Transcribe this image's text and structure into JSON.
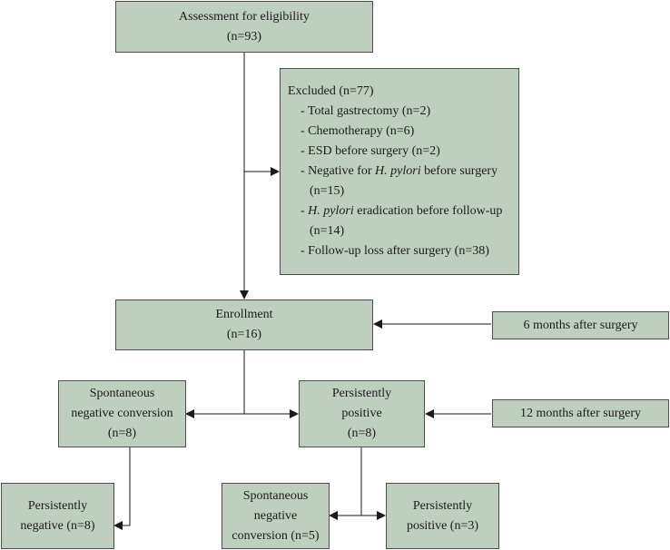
{
  "boxes": {
    "assessment": {
      "line1": "Assessment for eligibility",
      "line2": "(n=93)"
    },
    "excluded": {
      "title": "Excluded (n=77)",
      "items": [
        {
          "pre": "- Total gastrectomy (n=2)",
          "em": "",
          "post": "",
          "cont": ""
        },
        {
          "pre": "- Chemotherapy (n=6)",
          "em": "",
          "post": "",
          "cont": ""
        },
        {
          "pre": "- ESD before surgery (n=2)",
          "em": "",
          "post": "",
          "cont": ""
        },
        {
          "pre": "- Negative for ",
          "em": "H. pylori",
          "post": " before surgery",
          "cont": "(n=15)"
        },
        {
          "pre": "- ",
          "em": "H. pylori",
          "post": " eradication before follow-up",
          "cont": "(n=14)"
        },
        {
          "pre": "- Follow-up loss after surgery (n=38)",
          "em": "",
          "post": "",
          "cont": ""
        }
      ]
    },
    "enrollment": {
      "line1": "Enrollment",
      "line2": "(n=16)"
    },
    "six_months": {
      "line1": "6 months after surgery"
    },
    "twelve_months": {
      "line1": "12 months after surgery"
    },
    "spont_neg_1": {
      "line1": "Spontaneous",
      "line2": "negative conversion",
      "line3": "(n=8)"
    },
    "persist_pos_1": {
      "line1": "Persistently",
      "line2": "positive",
      "line3": "(n=8)"
    },
    "persist_neg": {
      "line1": "Persistently",
      "line2": "negative (n=8)"
    },
    "spont_neg_2": {
      "line1": "Spontaneous",
      "line2": "negative",
      "line3": "conversion (n=5)"
    },
    "persist_pos_2": {
      "line1": "Persistently",
      "line2": "positive (n=3)"
    }
  },
  "colors": {
    "box_fill": "#bfcfbf",
    "box_border": "#4d4d4d",
    "line": "#1a1a1a"
  }
}
